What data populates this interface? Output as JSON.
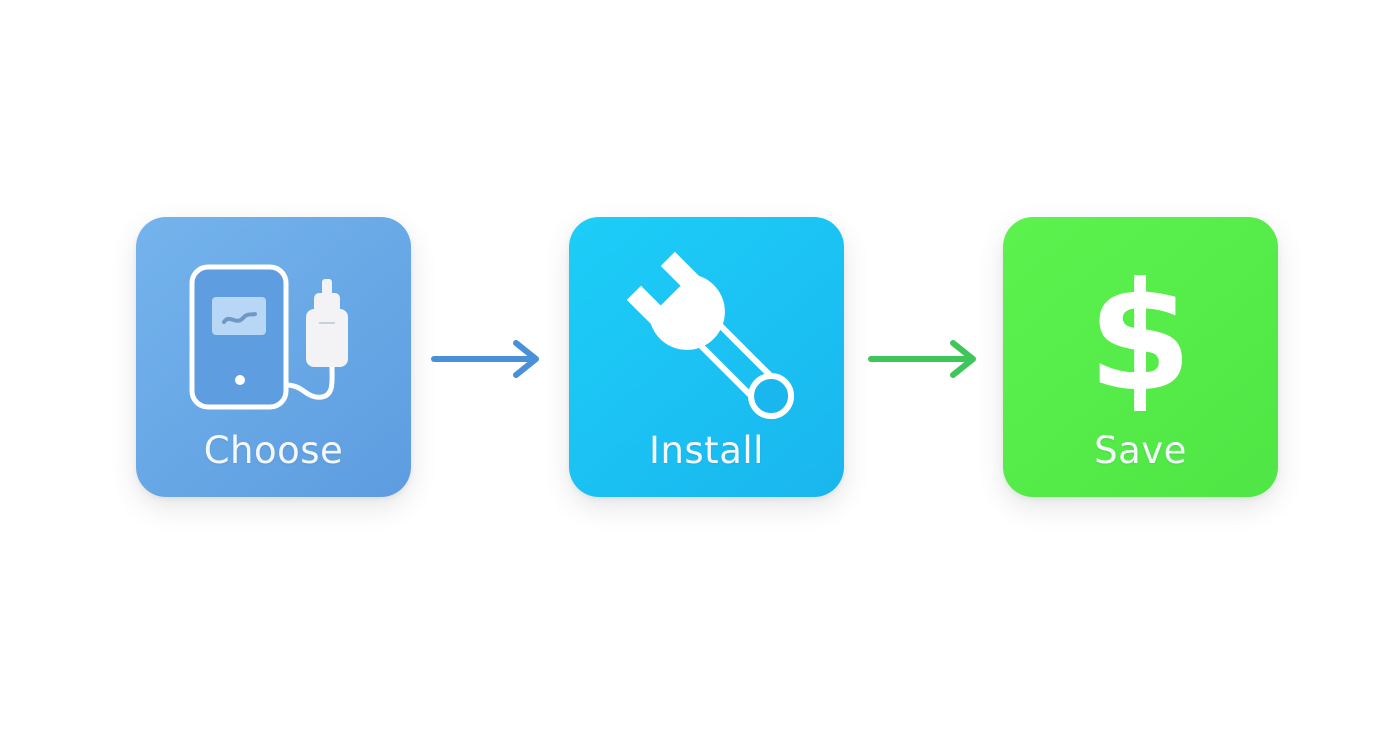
{
  "steps": [
    {
      "label": "Choose",
      "icon": "phone-charger-icon",
      "color": "#66a6e6"
    },
    {
      "label": "Install",
      "icon": "wrench-icon",
      "color": "#19c3f4"
    },
    {
      "label": "Save",
      "icon": "dollar-icon",
      "color": "#56ec4a"
    }
  ],
  "arrows": [
    {
      "icon": "arrow-right-icon",
      "color": "#4a90d9"
    },
    {
      "icon": "arrow-right-icon",
      "color": "#3ec65a"
    }
  ]
}
